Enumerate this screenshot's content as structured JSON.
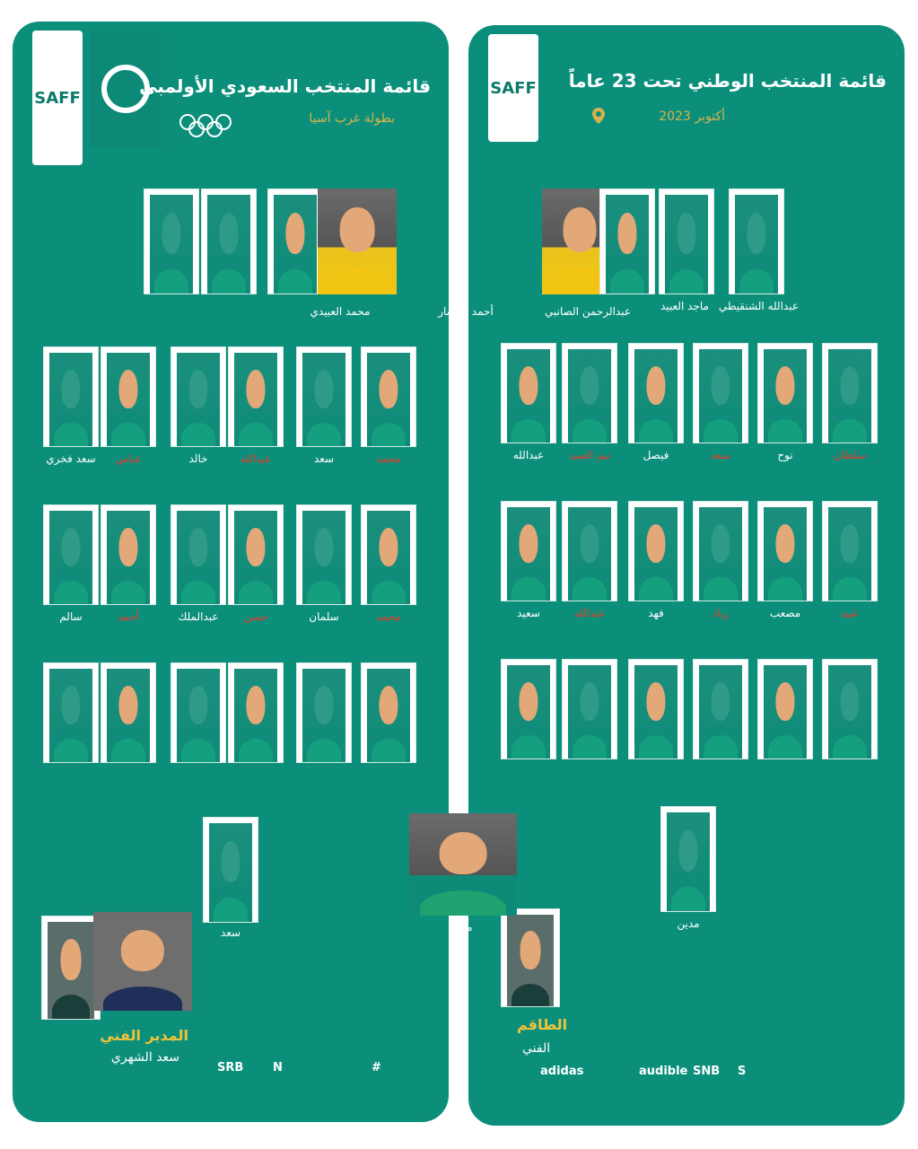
{
  "colors": {
    "teal": "#0b8f7b",
    "teal_dark": "#0a7c6c",
    "gold": "#d8b24a",
    "red": "#e63a2e",
    "gk_yellow": "#f2c512"
  },
  "left_panel": {
    "title": "قائمة المنتخب السعودي الأولمبي",
    "subtitle": "بطولة غرب آسيا",
    "logo_text": "SAFF",
    "coach_label": "المدير الفني",
    "coach_name": "سعد الشهري",
    "sponsors": [
      "SRB",
      "N",
      "#"
    ]
  },
  "right_panel": {
    "title": "قائمة المنتخب الوطني تحت 23 عاماً",
    "subtitle": "أكتوبر 2023",
    "logo_text": "SAFF",
    "sponsors": [
      "audible",
      "SNB",
      "S",
      "adidas"
    ]
  },
  "names": {
    "left_row0": [
      "",
      "",
      "",
      "",
      ""
    ],
    "right_row0": [
      "محمد العبيدي",
      "عبدالله الشنقيطي",
      "ماجد العبيد",
      "عبدالرحمن الصانبي",
      "أحمد الكسار"
    ],
    "left_row1": [
      "سعد فخري",
      "عباس",
      "خالد",
      "عبدالله",
      "سعد",
      "محمد"
    ],
    "right_row1": [
      "عبدالله",
      "تيم الصيد",
      "فيصل",
      "سعد",
      "نوح",
      "سلطان"
    ],
    "left_row2": [
      "سالم",
      "أحمد",
      "عبدالملك",
      "حسن",
      "سلمان",
      "محمد"
    ],
    "right_row2": [
      "سعيد",
      "عبدالله",
      "فهد",
      "زياد",
      "مصعب",
      "عبيد"
    ],
    "left_row3": [
      "",
      "",
      "",
      "",
      "",
      ""
    ],
    "right_row3": [
      "",
      "",
      "",
      "",
      "",
      ""
    ],
    "bottom_left": "سعد",
    "bottom_center": "معاذ",
    "bottom_right": "مدين",
    "coach_right_label": "الطاقم",
    "coach_right_name": "الفني"
  }
}
